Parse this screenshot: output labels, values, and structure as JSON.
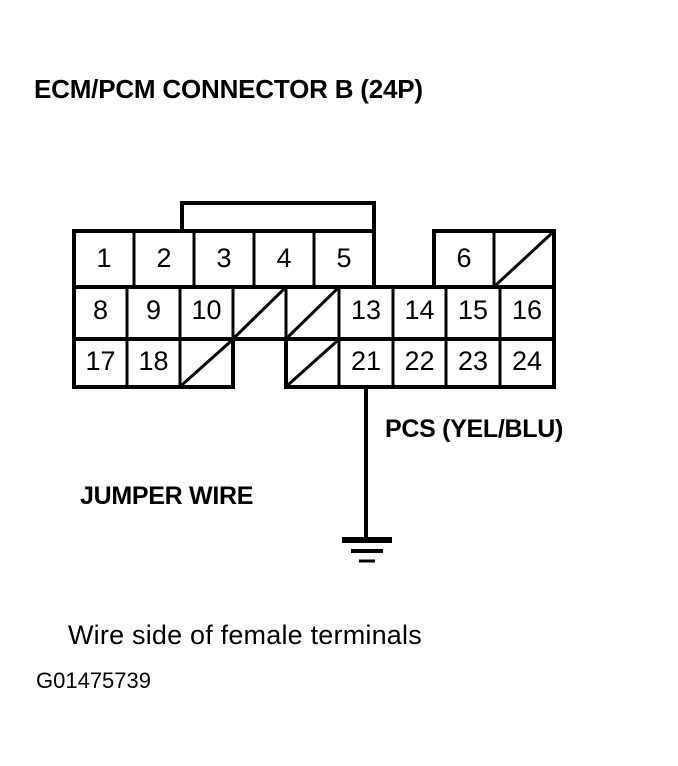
{
  "title": "ECM/PCM CONNECTOR B (24P)",
  "caption": "Wire side of female terminals",
  "id_code": "G01475739",
  "labels": {
    "pcs": "PCS (YEL/BLU)",
    "jumper": "JUMPER WIRE"
  },
  "colors": {
    "ink": "#000000",
    "background": "#ffffff"
  },
  "connector": {
    "name": "ECM/PCM CONNECTOR B",
    "pin_count": "24P",
    "rows": [
      {
        "row": 1,
        "cells": [
          {
            "label": "1",
            "state": "pin"
          },
          {
            "label": "2",
            "state": "pin"
          },
          {
            "label": "3",
            "state": "pin"
          },
          {
            "label": "4",
            "state": "pin"
          },
          {
            "label": "5",
            "state": "pin"
          },
          {
            "label": "",
            "state": "absent"
          },
          {
            "label": "",
            "state": "absent"
          },
          {
            "label": "6",
            "state": "pin"
          },
          {
            "label": "",
            "state": "blank-diagonal"
          }
        ]
      },
      {
        "row": 2,
        "cells": [
          {
            "label": "8",
            "state": "pin"
          },
          {
            "label": "9",
            "state": "pin"
          },
          {
            "label": "10",
            "state": "pin"
          },
          {
            "label": "",
            "state": "blank-diagonal"
          },
          {
            "label": "",
            "state": "blank-diagonal"
          },
          {
            "label": "13",
            "state": "pin"
          },
          {
            "label": "14",
            "state": "pin"
          },
          {
            "label": "15",
            "state": "pin"
          },
          {
            "label": "16",
            "state": "pin"
          }
        ]
      },
      {
        "row": 3,
        "cells": [
          {
            "label": "17",
            "state": "pin"
          },
          {
            "label": "18",
            "state": "pin"
          },
          {
            "label": "",
            "state": "blank-diagonal"
          },
          {
            "label": "",
            "state": "absent"
          },
          {
            "label": "",
            "state": "blank-diagonal"
          },
          {
            "label": "21",
            "state": "pin"
          },
          {
            "label": "22",
            "state": "pin"
          },
          {
            "label": "23",
            "state": "pin"
          },
          {
            "label": "24",
            "state": "pin"
          }
        ]
      }
    ],
    "wire": {
      "from_pin": "21",
      "terminates_at": "ground-symbol"
    }
  }
}
